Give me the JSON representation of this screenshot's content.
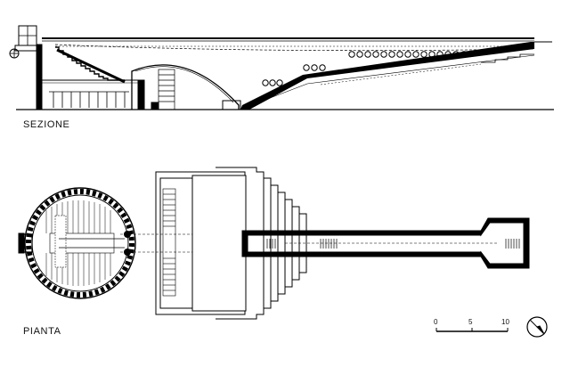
{
  "labels": {
    "section": "SEZIONE",
    "plan": "PIANTA"
  },
  "scale_bar": {
    "ticks": [
      "0",
      "5",
      "10"
    ]
  },
  "colors": {
    "ink": "#000000",
    "paper": "#ffffff",
    "hatch": "#000000"
  },
  "icons": {
    "north_arrow": "north-arrow-icon"
  }
}
